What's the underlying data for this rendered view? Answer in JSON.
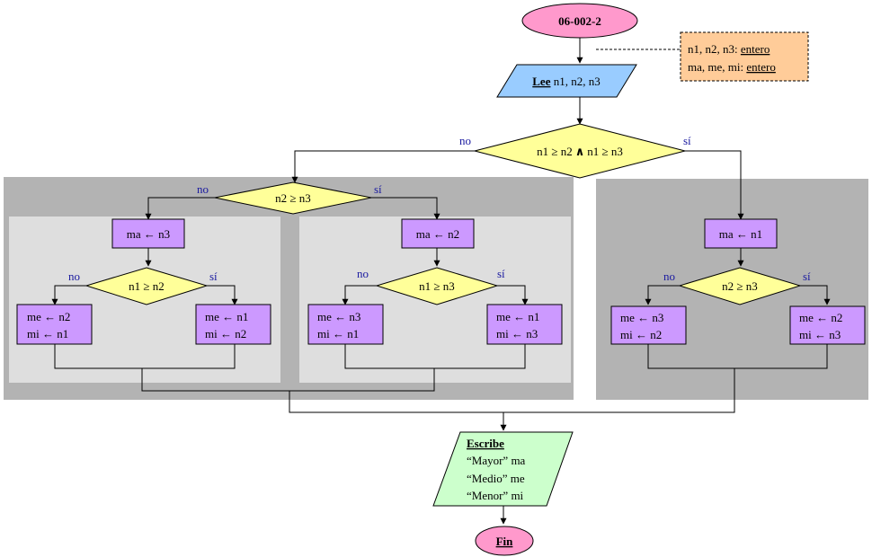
{
  "terminals": {
    "start": "06-002-2",
    "end": "Fin"
  },
  "declaration": {
    "line1_vars": "n1, n2, n3: ",
    "line1_type": "entero",
    "line2_vars": "ma, me, mi: ",
    "line2_type": "entero"
  },
  "input": {
    "keyword": "Lee",
    "vars": " n1, n2, n3"
  },
  "decisions": {
    "main": {
      "text_a": "n1 ≥ n2",
      "op": "∧",
      "text_b": "n1 ≥ n3",
      "no": "no",
      "yes": "sí"
    },
    "left": {
      "text": "n2 ≥ n3",
      "no": "no",
      "yes": "sí"
    },
    "left_left": {
      "text": "n1 ≥ n2",
      "no": "no",
      "yes": "sí"
    },
    "left_right": {
      "text": "n1 ≥ n3",
      "no": "no",
      "yes": "sí"
    },
    "right": {
      "text": "n2 ≥ n3",
      "no": "no",
      "yes": "sí"
    }
  },
  "processes": {
    "ma_n3": "ma ← n3",
    "ma_n2": "ma ← n2",
    "ma_n1": "ma ← n1",
    "ll_no": {
      "line1": "me ← n2",
      "line2": "mi ← n1"
    },
    "ll_yes": {
      "line1": "me ← n1",
      "line2": "mi ← n2"
    },
    "lr_no": {
      "line1": "me ← n3",
      "line2": "mi ← n1"
    },
    "lr_yes": {
      "line1": "me ← n1",
      "line2": "mi ← n3"
    },
    "r_no": {
      "line1": "me ← n3",
      "line2": "mi ← n2"
    },
    "r_yes": {
      "line1": "me ← n2",
      "line2": "mi ← n3"
    }
  },
  "output": {
    "keyword": "Escribe",
    "line1": "“Mayor” ma",
    "line2": "“Medio” me",
    "line3": "“Menor” mi"
  },
  "colors": {
    "terminal": "#ff99cc",
    "input": "#99ccff",
    "output": "#ccffcc",
    "process": "#cc99ff",
    "decision": "#ffff99",
    "declaration": "#ffcc99",
    "panel_dark": "#b3b3b3",
    "panel_light": "#dedede"
  }
}
